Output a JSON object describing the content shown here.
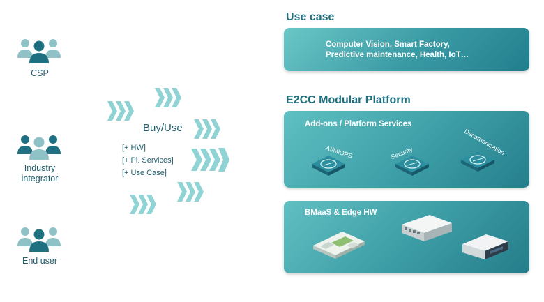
{
  "actors": [
    {
      "label": "CSP",
      "icon": "people-group-icon"
    },
    {
      "label": "Industry\nintegrator",
      "icon": "people-group-icon"
    },
    {
      "label": "End user",
      "icon": "people-group-icon"
    }
  ],
  "flow": {
    "title": "Buy/Use",
    "items": [
      "[+ HW]",
      "[+ Pl. Services]",
      "[+ Use Case]"
    ]
  },
  "use_case": {
    "title": "Use case",
    "line1": "Computer Vision, Smart Factory,",
    "line2": "Predictive maintenance, Health, IoT…"
  },
  "platform": {
    "title": "E2CC Modular Platform",
    "addons_title": "Add-ons / Platform Services",
    "modules": [
      "AI/MlOPS",
      "Security",
      "Decarbonization"
    ]
  },
  "bmaas": {
    "title": "BMaaS & Edge HW"
  },
  "colors": {
    "teal_dark": "#217f8d",
    "teal_light": "#6ac7c7",
    "person_front": "#1f7080",
    "person_back": "#8fc2c6",
    "arrow": "#8fd3d4"
  }
}
